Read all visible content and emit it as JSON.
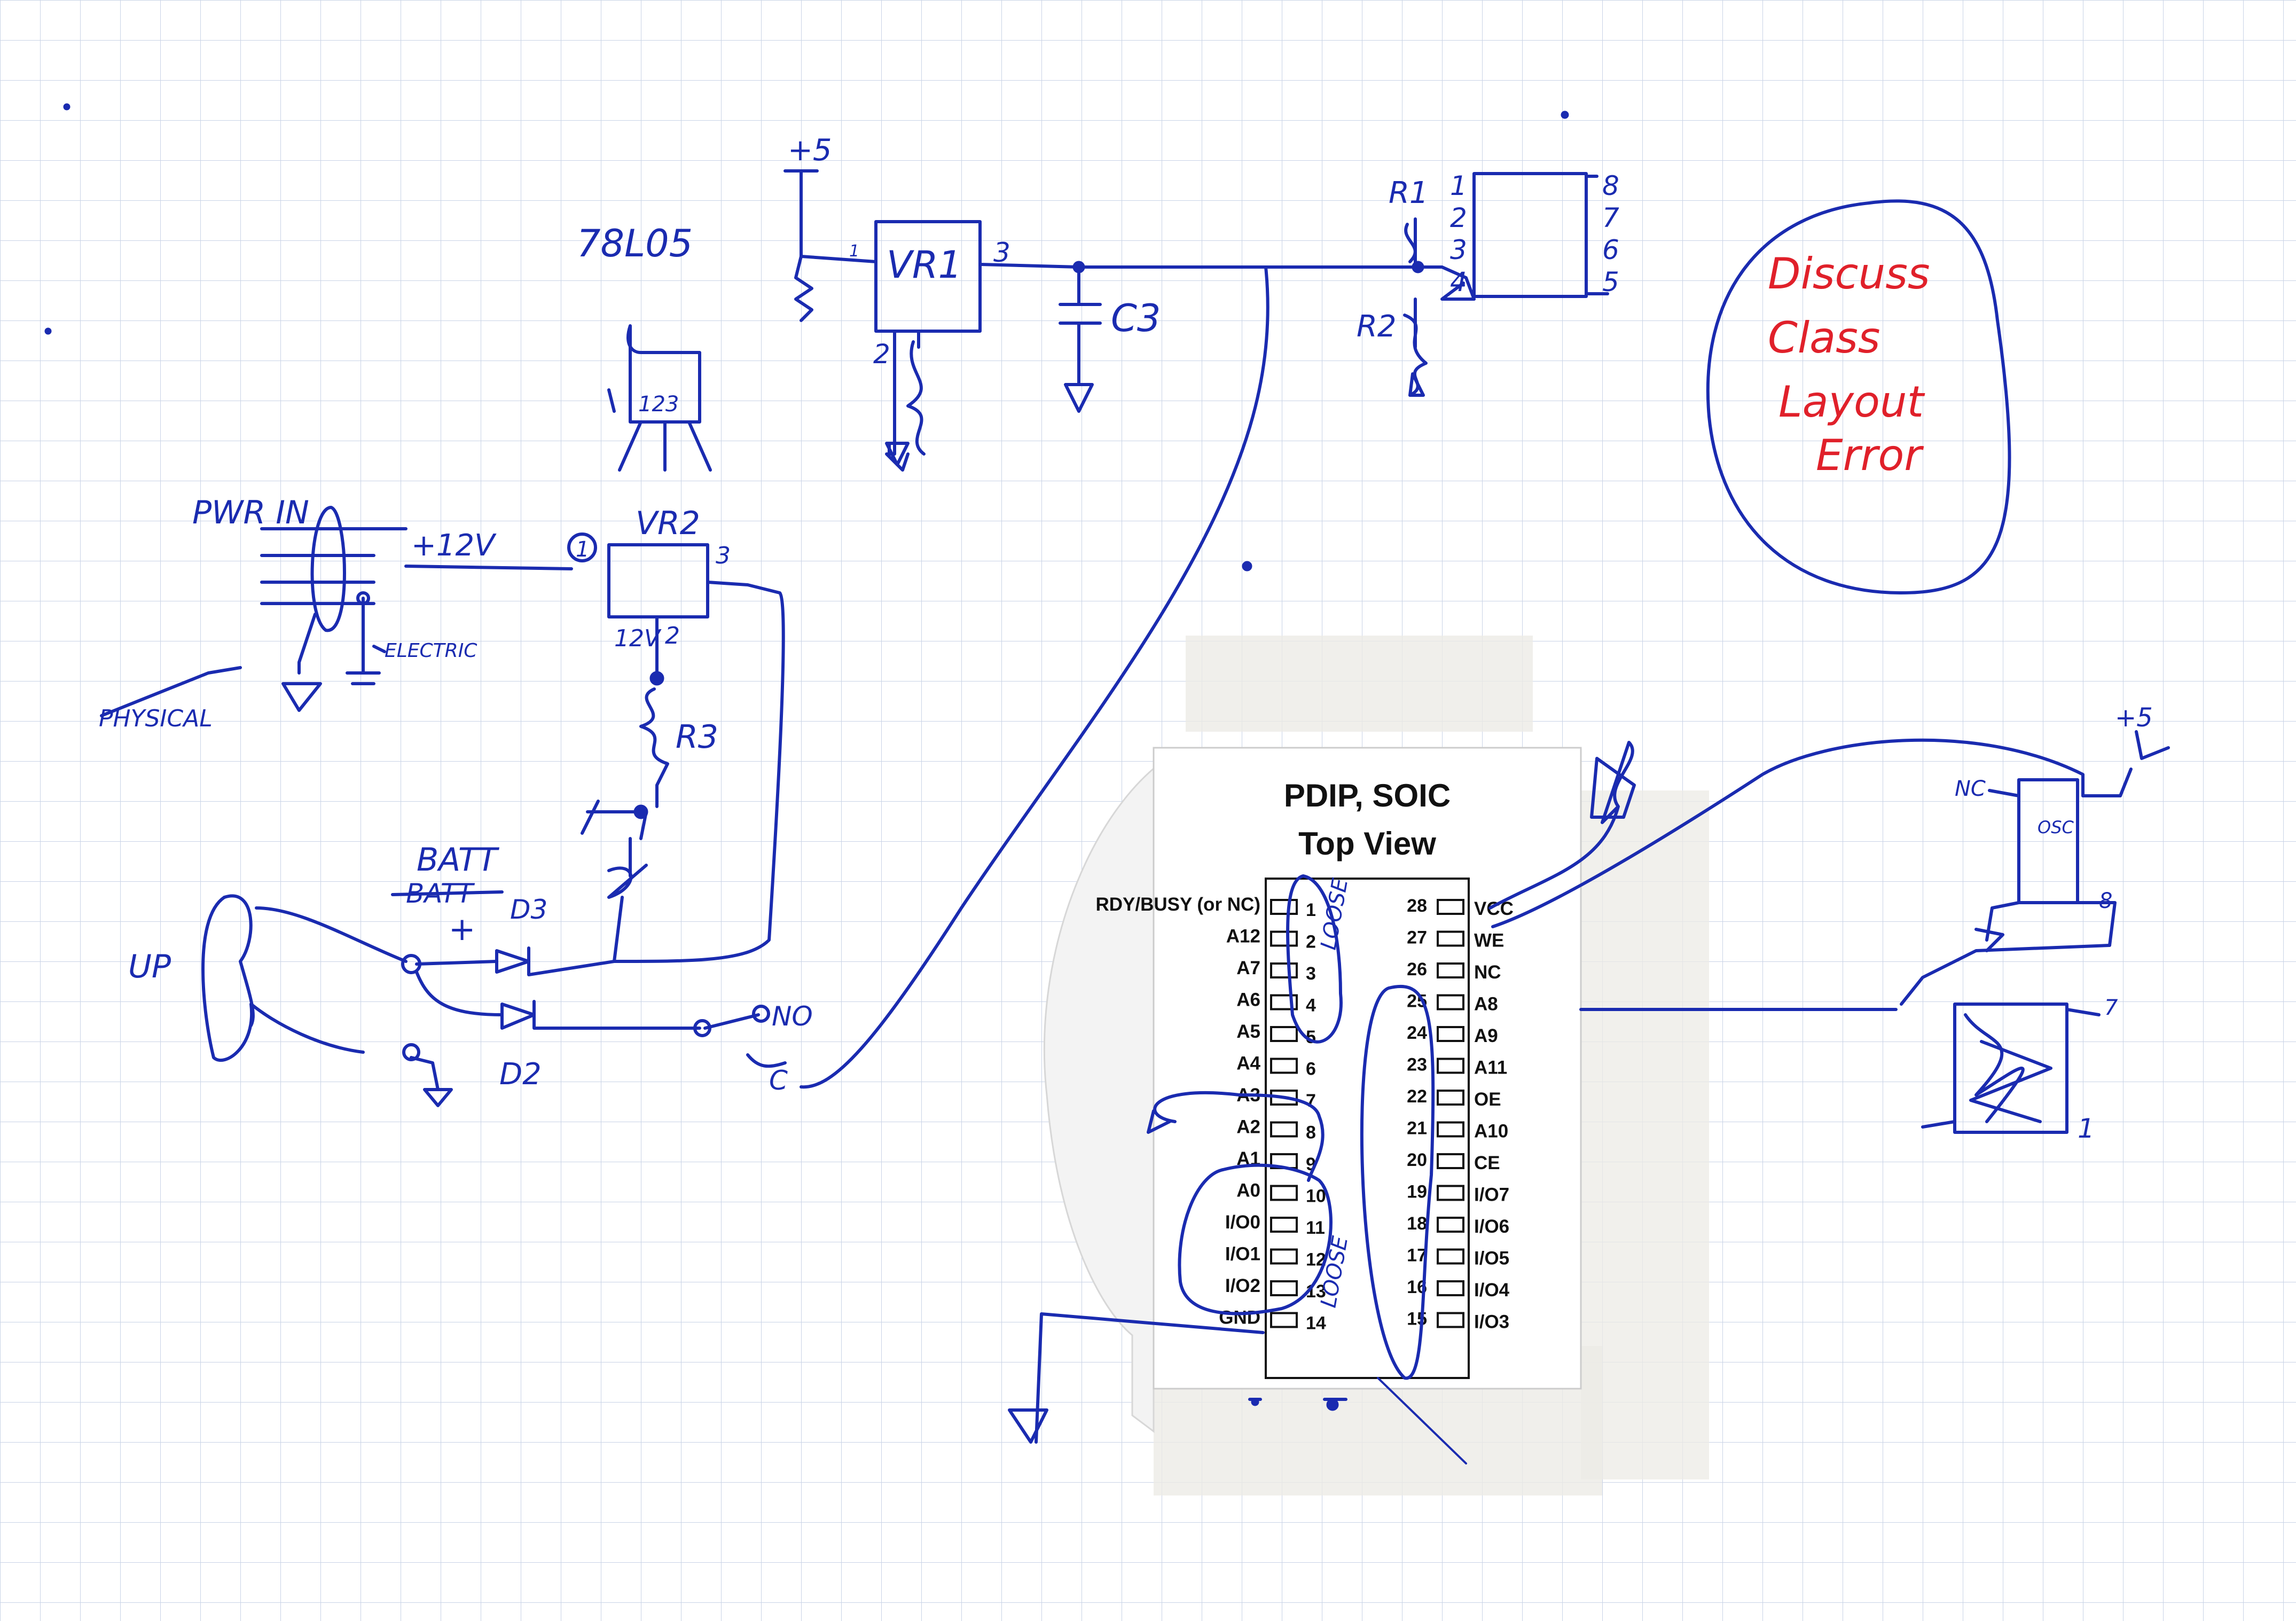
{
  "labels": {
    "plus5_top": "+5",
    "part_78l05": "78L05",
    "vr1": "VR1",
    "vr1_pin1": "1",
    "vr1_pin2": "2",
    "vr1_pin3": "3",
    "c3": "C3",
    "r1": "R1",
    "r2": "R2",
    "pot_pins_left": [
      "1",
      "2",
      "3",
      "4"
    ],
    "pot_pins_right": [
      "8",
      "7",
      "6",
      "5"
    ],
    "pinout_123": "123",
    "pwr_in": "PWR IN",
    "plus12v": "+12V",
    "vr2": "VR2",
    "vr2_pin1": "1",
    "vr2_pin2": "2",
    "vr2_pin3": "3",
    "vr2_12v": "12V",
    "r3": "R3",
    "physical": "PHYSICAL",
    "electric": "ELECTRIC",
    "batt": "BATT",
    "batt_struck": "BATT",
    "plus_sign": "+",
    "d3": "D3",
    "d2": "D2",
    "no": "NO",
    "c": "C",
    "up": "UP",
    "plus5_right": "+5",
    "nc": "NC",
    "osc": "OSC",
    "pin8": "8",
    "pin7": "7",
    "pin1": "1",
    "loose1": "LOOSE",
    "loose2": "LOOSE"
  },
  "note": [
    "Discuss",
    "Class",
    "Layout",
    "Error"
  ],
  "chip": {
    "title_line1": "PDIP, SOIC",
    "title_line2": "Top View",
    "left_pins": [
      {
        "label": "RDY/BUSY (or NC)",
        "num": "1"
      },
      {
        "label": "A12",
        "num": "2"
      },
      {
        "label": "A7",
        "num": "3"
      },
      {
        "label": "A6",
        "num": "4"
      },
      {
        "label": "A5",
        "num": "5"
      },
      {
        "label": "A4",
        "num": "6"
      },
      {
        "label": "A3",
        "num": "7"
      },
      {
        "label": "A2",
        "num": "8"
      },
      {
        "label": "A1",
        "num": "9"
      },
      {
        "label": "A0",
        "num": "10"
      },
      {
        "label": "I/O0",
        "num": "11"
      },
      {
        "label": "I/O1",
        "num": "12"
      },
      {
        "label": "I/O2",
        "num": "13"
      },
      {
        "label": "GND",
        "num": "14"
      }
    ],
    "right_pins": [
      {
        "label": "VCC",
        "num": "28"
      },
      {
        "label": "WE",
        "num": "27"
      },
      {
        "label": "NC",
        "num": "26"
      },
      {
        "label": "A8",
        "num": "25"
      },
      {
        "label": "A9",
        "num": "24"
      },
      {
        "label": "A11",
        "num": "23"
      },
      {
        "label": "OE",
        "num": "22"
      },
      {
        "label": "A10",
        "num": "21"
      },
      {
        "label": "CE",
        "num": "20"
      },
      {
        "label": "I/O7",
        "num": "19"
      },
      {
        "label": "I/O6",
        "num": "18"
      },
      {
        "label": "I/O5",
        "num": "17"
      },
      {
        "label": "I/O4",
        "num": "16"
      },
      {
        "label": "I/O3",
        "num": "15"
      }
    ]
  },
  "colors": {
    "ink": "#1a2bb0",
    "note": "#e0202a"
  }
}
